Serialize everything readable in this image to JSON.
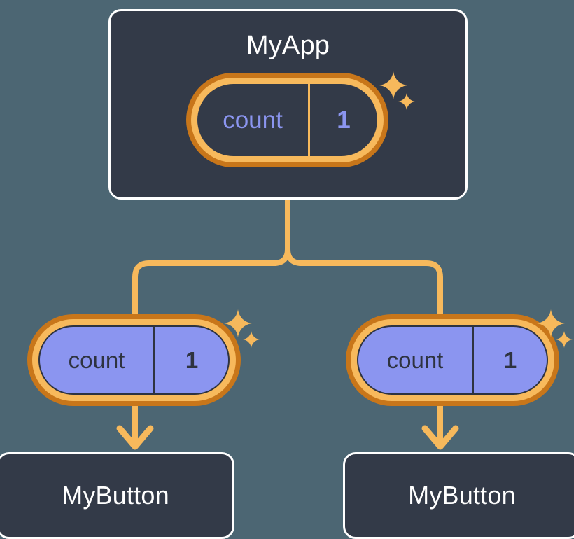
{
  "theme": {
    "page_background": "#4c6673",
    "card_background": "#333a48",
    "card_border": "#ffffff",
    "ring_outer": "#c8761a",
    "ring_inner": "#f7b95c",
    "pill_fill_child": "#8b95f0",
    "accent_text": "#8b95f0",
    "dark_text": "#2e3340",
    "wire": "#f7b95c",
    "sparkle": "#f7b95c"
  },
  "diagram": {
    "type": "component-tree",
    "root": {
      "name": "myapp-card",
      "title": "MyApp",
      "state_pill": {
        "key": "count",
        "value": "1",
        "style": "dark-interior",
        "sparkle": true
      }
    },
    "children": [
      {
        "name": "child-left",
        "state_pill": {
          "key": "count",
          "value": "1",
          "style": "filled-periwinkle",
          "sparkle": true
        },
        "card": {
          "title": "MyButton"
        }
      },
      {
        "name": "child-right",
        "state_pill": {
          "key": "count",
          "value": "1",
          "style": "filled-periwinkle",
          "sparkle": true
        },
        "card": {
          "title": "MyButton"
        }
      }
    ],
    "icons": {
      "sparkle_large": "sparkle-four-point-icon",
      "sparkle_small": "sparkle-four-point-small-icon",
      "arrow_down": "arrow-down-icon",
      "branch": "branch-connector-icon"
    }
  }
}
